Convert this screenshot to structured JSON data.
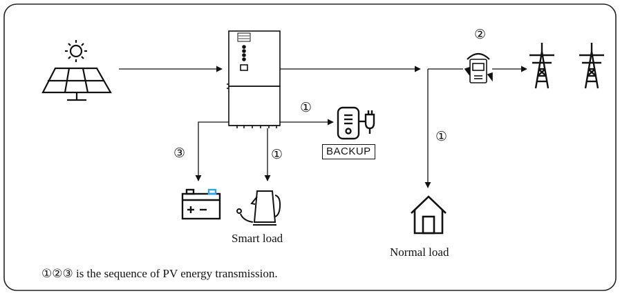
{
  "labels": {
    "seq_backup": "①",
    "seq_meter": "②",
    "seq_battery": "③",
    "seq_smart": "①",
    "seq_normal": "①",
    "backup": "BACKUP",
    "smart_load": "Smart load",
    "normal_load": "Normal load",
    "note": "①②③  is the sequence of PV energy transmission."
  },
  "colors": {
    "stroke": "#111111",
    "battery_terminal_accent": "#2aa7e0",
    "background": "#ffffff"
  },
  "icons": [
    "solar-panel-icon",
    "inverter-icon",
    "backup-socket-icon",
    "ct-meter-icon",
    "transmission-tower-icon",
    "battery-icon",
    "kettle-icon",
    "house-icon"
  ]
}
